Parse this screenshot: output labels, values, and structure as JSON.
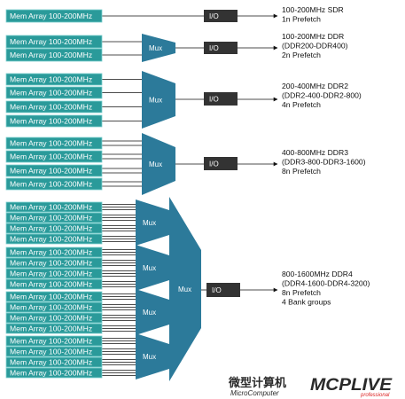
{
  "block_label": "Mem Array 100-200MHz",
  "mux_label": "Mux",
  "io_label": "I/O",
  "rows": [
    {
      "id": "sdr",
      "lines": [
        "100-200MHz SDR",
        "1n Prefetch"
      ]
    },
    {
      "id": "ddr",
      "lines": [
        "100-200MHz DDR",
        "(DDR200-DDR400)",
        "2n Prefetch"
      ]
    },
    {
      "id": "ddr2",
      "lines": [
        "200-400MHz DDR2",
        "(DDR2-400-DDR2-800)",
        "4n Prefetch"
      ]
    },
    {
      "id": "ddr3",
      "lines": [
        "400-800MHz DDR3",
        "(DDR3-800-DDR3-1600)",
        "8n Prefetch"
      ]
    },
    {
      "id": "ddr4",
      "lines": [
        "800-1600MHz DDR4",
        "(DDR4-1600-DDR4-3200)",
        "8n Prefetch",
        "4 Bank groups"
      ]
    }
  ],
  "watermark": {
    "chinese": "微型计算机",
    "english": "MicroComputer",
    "logo": "MCPLIVE",
    "logo_sub": "professional"
  }
}
